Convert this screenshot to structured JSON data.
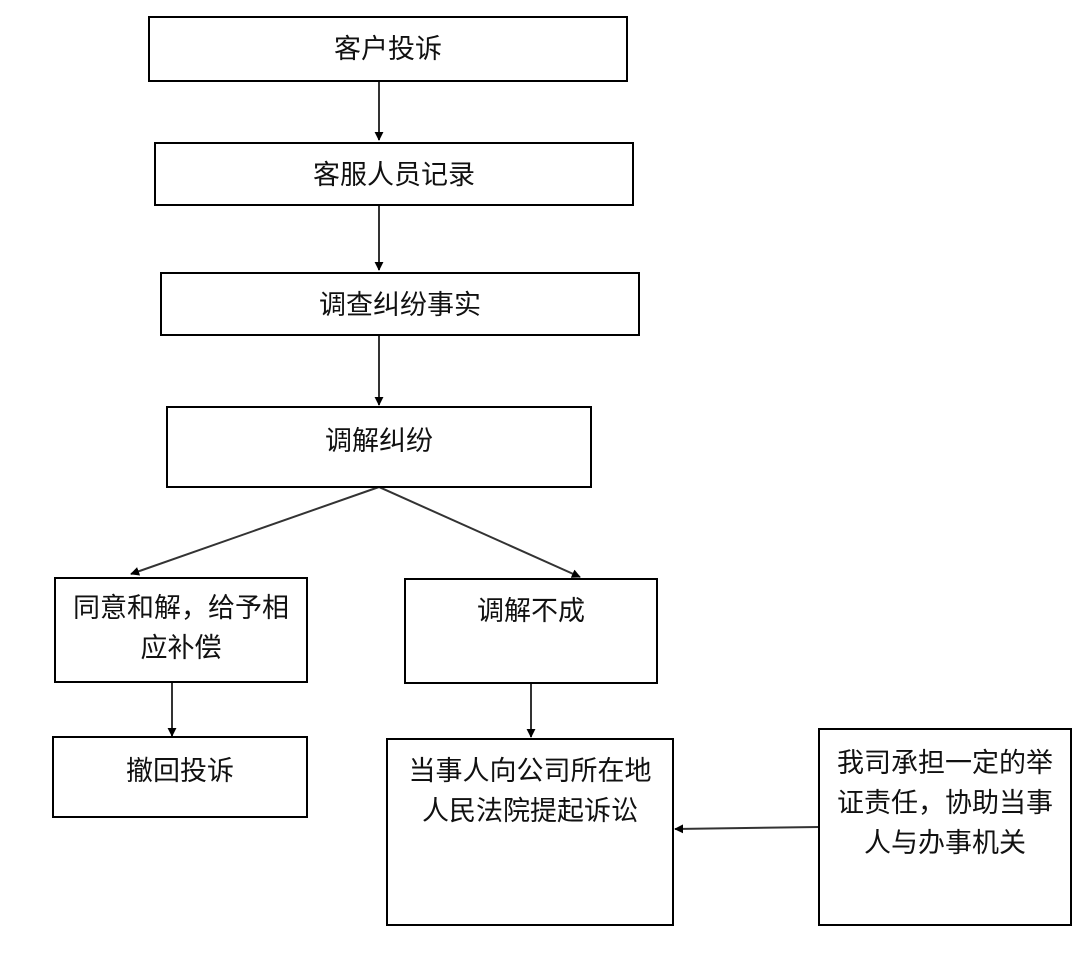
{
  "flowchart": {
    "nodes": {
      "complaint": "客户投诉",
      "record": "客服人员记录",
      "investigate": "调查纠纷事实",
      "mediate": "调解纠纷",
      "agree": "同意和解，给予相应补偿",
      "fail": "调解不成",
      "withdraw": "撤回投诉",
      "lawsuit": "当事人向公司所在地人民法院提起诉讼",
      "company": "我司承担一定的举证责任，协助当事人与办事机关"
    },
    "edges": [
      {
        "from": "complaint",
        "to": "record"
      },
      {
        "from": "record",
        "to": "investigate"
      },
      {
        "from": "investigate",
        "to": "mediate"
      },
      {
        "from": "mediate",
        "to": "agree"
      },
      {
        "from": "mediate",
        "to": "fail"
      },
      {
        "from": "agree",
        "to": "withdraw"
      },
      {
        "from": "fail",
        "to": "lawsuit"
      },
      {
        "from": "company",
        "to": "lawsuit"
      }
    ]
  }
}
